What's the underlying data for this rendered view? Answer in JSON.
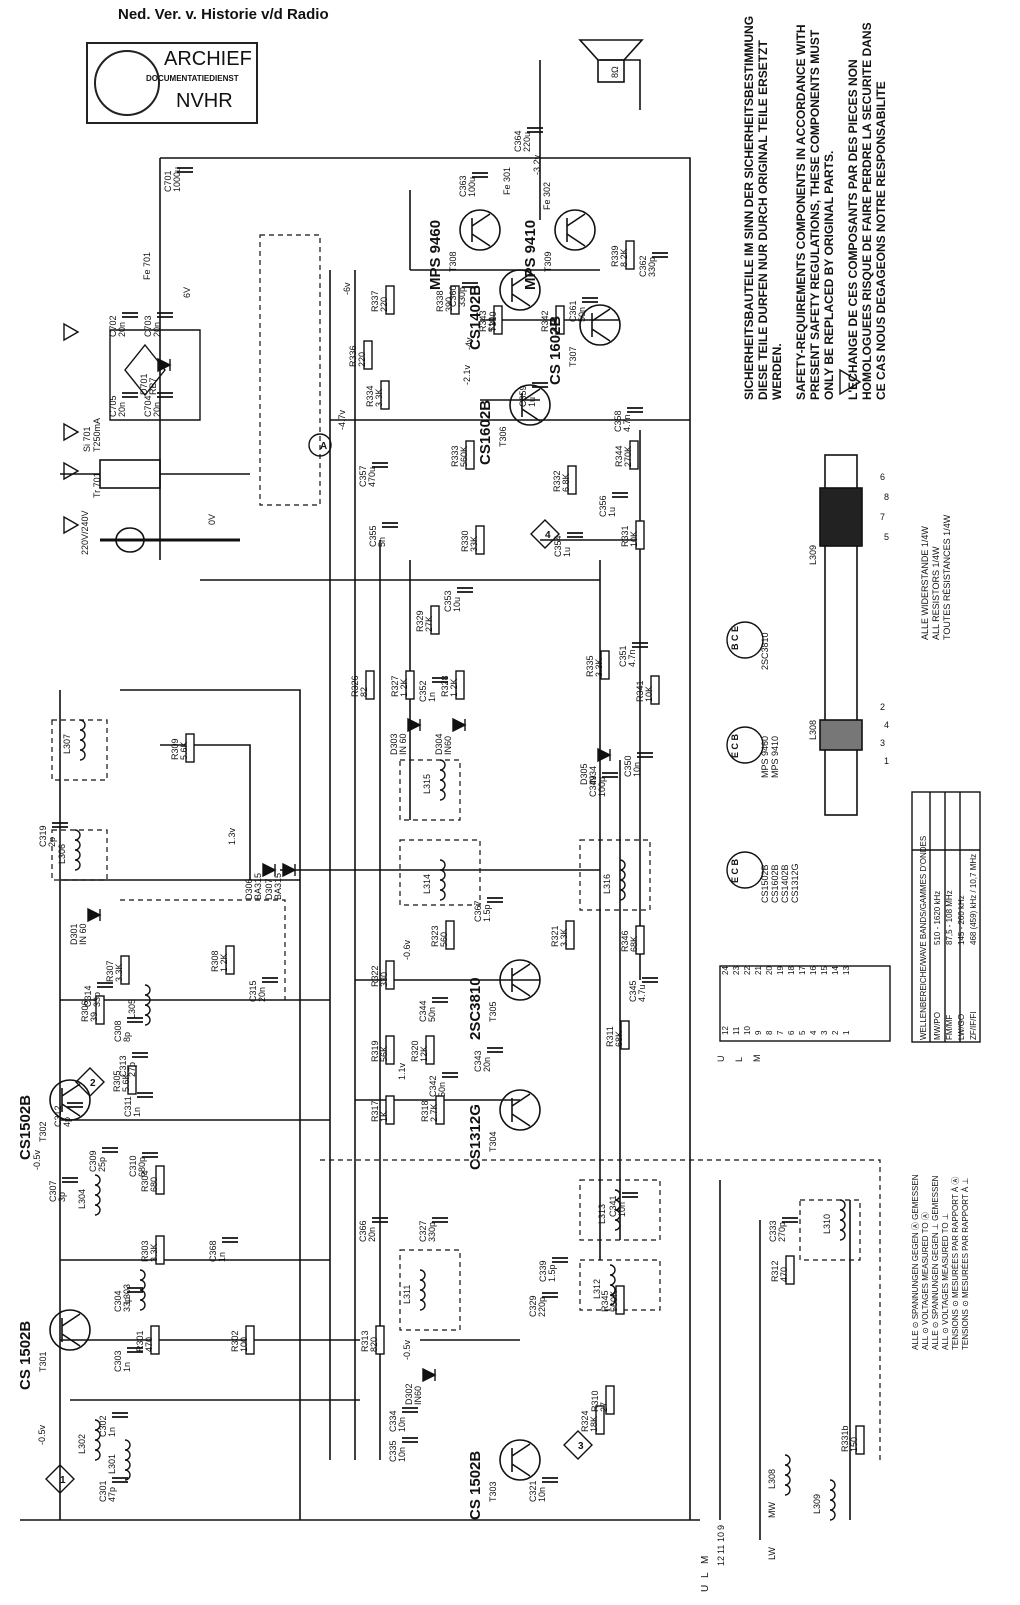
{
  "header": {
    "title": "Ned. Ver. v. Historie v/d Radio",
    "stamp_line1": "ARCHIEF",
    "stamp_line2": "DOCUMENTATIEDIENST",
    "stamp_line3": "NVHR"
  },
  "safety_notes": {
    "de": "SICHERHEITSBAUTEILE IM SINN DER SICHERHEITSBESTIMMUNG DIESE TEILE DURFEN NUR DURCH ORIGINAL TEILE ERSETZT WERDEN.",
    "en": "SAFETY-REQUIREMENTS COMPONENTS IN ACCORDANCE WITH PRESENT SAFETY REGULATIONS, THESE COMPONENTS MUST ONLY BE REPLACED BY ORIGINAL PARTS.",
    "fr": "L'ECHANGE DE CES COMPOSANTS PAR DES PIECES NON HOMOLOGUEES RISQUE DE FAIRE PERDRE LA SECURITE DANS CE CAS NOUS DEGAGEONS NOTRE RESPONSABILITE"
  },
  "resistor_note": [
    "ALLE WIDERSTANDE 1/4W",
    "ALL RESISTORS 1/4W",
    "TOUTES RÉSISTANCES 1/4W"
  ],
  "voltage_note": [
    "ALLE ⊙ SPANNUNGEN GEGEN Ⓐ GEMESSEN",
    "ALL ⊙ VOLTAGES MEASURED TO Ⓐ",
    "ALLE ⊙ SPANNUNGEN GEGEN ⊥ GEMESSEN",
    "ALL ⊙ VOLTAGES MEASURED TO ⊥",
    "TENSIONS ⊙ MESURÉES PAR RAPPORT À Ⓐ",
    "TENSIONS ⊙ MESURÉES PAR RAPPORT À ⊥"
  ],
  "wave_table": {
    "title": "WELLENBEREICHE/WAVE BANDS/GAMMES D'ONDES",
    "rows": [
      [
        "MW/PO",
        "510 - 1620 kHz"
      ],
      [
        "FM/MF",
        "87,5 - 108 MHz"
      ],
      [
        "LW/GO",
        "145 - 260 kHz"
      ],
      [
        "ZF/IF/FI",
        "468 (459) kHz / 10,7 MHz"
      ]
    ]
  },
  "coil_labels": {
    "l309": "L309",
    "l308": "L308",
    "pins_top": [
      "6",
      "8",
      "7",
      "5"
    ],
    "pins_bottom": [
      "2",
      "4",
      "3",
      "1"
    ]
  },
  "pinouts": [
    {
      "pins": "E C B",
      "types": [
        "MPS 9460",
        "MPS 9410"
      ]
    },
    {
      "pins": "E C B",
      "types": [
        "CS1502B",
        "CS1602B",
        "CS1402B",
        "CS1312G"
      ]
    },
    {
      "pins": "B C E",
      "types": [
        "2SC3810"
      ]
    }
  ],
  "transistors": [
    {
      "type": "CS 1502B",
      "ref": "T301"
    },
    {
      "type": "CS1502B",
      "ref": "T302"
    },
    {
      "type": "CS 1502B",
      "ref": "T303"
    },
    {
      "type": "CS1312G",
      "ref": "T304"
    },
    {
      "type": "2SC3810",
      "ref": "T305"
    },
    {
      "type": "CS1602B",
      "ref": "T306"
    },
    {
      "type": "CS 1602B",
      "ref": "T307"
    },
    {
      "type": "MPS 9460",
      "ref": "T308"
    },
    {
      "type": "MPS 9410",
      "ref": "T309"
    },
    {
      "type": "CS1402B",
      "ref": "T310"
    }
  ],
  "resistors": [
    {
      "ref": "R301",
      "val": "470"
    },
    {
      "ref": "R302",
      "val": "100"
    },
    {
      "ref": "R303",
      "val": "3.3K"
    },
    {
      "ref": "R304",
      "val": "680"
    },
    {
      "ref": "R305",
      "val": "5.6K"
    },
    {
      "ref": "R306",
      "val": "39"
    },
    {
      "ref": "R307",
      "val": "3.3K"
    },
    {
      "ref": "R308",
      "val": "1.2K"
    },
    {
      "ref": "R309",
      "val": "5.6K"
    },
    {
      "ref": "R313",
      "val": "820"
    },
    {
      "ref": "R317",
      "val": "1K"
    },
    {
      "ref": "R318",
      "val": "2.7K"
    },
    {
      "ref": "R319",
      "val": "56K"
    },
    {
      "ref": "R320",
      "val": "12K"
    },
    {
      "ref": "R322",
      "val": "330"
    },
    {
      "ref": "R323",
      "val": "560"
    },
    {
      "ref": "R326",
      "val": "82"
    },
    {
      "ref": "R327",
      "val": "1.2K"
    },
    {
      "ref": "R328",
      "val": "1.2K"
    },
    {
      "ref": "R329",
      "val": "27K"
    },
    {
      "ref": "R330",
      "val": "33K"
    },
    {
      "ref": "R331",
      "val": "10K"
    },
    {
      "ref": "R332",
      "val": "6.8K"
    },
    {
      "ref": "R333",
      "val": "560K"
    },
    {
      "ref": "R334",
      "val": "3.3K"
    },
    {
      "ref": "R335",
      "val": "3.3K"
    },
    {
      "ref": "R336",
      "val": "220"
    },
    {
      "ref": "R337",
      "val": "220"
    },
    {
      "ref": "R338",
      "val": "390"
    },
    {
      "ref": "R339",
      "val": "8.2K"
    },
    {
      "ref": "R341",
      "val": "10K"
    },
    {
      "ref": "R342",
      "val": "470"
    },
    {
      "ref": "R343",
      "val": "510"
    },
    {
      "ref": "R344",
      "val": "270K"
    },
    {
      "ref": "R345",
      "val": "560K"
    },
    {
      "ref": "R346",
      "val": "68K"
    },
    {
      "ref": "R311",
      "val": "68K"
    },
    {
      "ref": "R321",
      "val": "3.3K"
    },
    {
      "ref": "R324",
      "val": "18K"
    },
    {
      "ref": "R310",
      "val": "27"
    },
    {
      "ref": "R312",
      "val": "470"
    },
    {
      "ref": "R331b",
      "val": "150"
    }
  ],
  "capacitors": [
    {
      "ref": "C301",
      "val": "47p"
    },
    {
      "ref": "C302",
      "val": "1n"
    },
    {
      "ref": "C303",
      "val": "1n"
    },
    {
      "ref": "C304",
      "val": "33p"
    },
    {
      "ref": "C307",
      "val": "3p"
    },
    {
      "ref": "C309",
      "val": "25p"
    },
    {
      "ref": "C310",
      "val": "680p"
    },
    {
      "ref": "C311",
      "val": "1n"
    },
    {
      "ref": "C312",
      "val": "4p"
    },
    {
      "ref": "C313",
      "val": "27p"
    },
    {
      "ref": "C314",
      "val": "33p"
    },
    {
      "ref": "C315",
      "val": "20n"
    },
    {
      "ref": "C319",
      "val": "2p"
    },
    {
      "ref": "C321",
      "val": "10n"
    },
    {
      "ref": "C327",
      "val": "330p"
    },
    {
      "ref": "C329",
      "val": "220p"
    },
    {
      "ref": "C333",
      "val": "270p"
    },
    {
      "ref": "C334",
      "val": "10n"
    },
    {
      "ref": "C335",
      "val": "10n"
    },
    {
      "ref": "C339",
      "val": "1.5p"
    },
    {
      "ref": "C341",
      "val": "10n"
    },
    {
      "ref": "C342",
      "val": "50n"
    },
    {
      "ref": "C343",
      "val": "20n"
    },
    {
      "ref": "C344",
      "val": "50n"
    },
    {
      "ref": "C345",
      "val": "4.7u"
    },
    {
      "ref": "C349",
      "val": "100p"
    },
    {
      "ref": "C350",
      "val": "10n"
    },
    {
      "ref": "C351",
      "val": "4.7n"
    },
    {
      "ref": "C352",
      "val": "1n"
    },
    {
      "ref": "C353",
      "val": "10u"
    },
    {
      "ref": "C354",
      "val": "1u"
    },
    {
      "ref": "C355",
      "val": "5n"
    },
    {
      "ref": "C356",
      "val": "1u"
    },
    {
      "ref": "C357",
      "val": "470u"
    },
    {
      "ref": "C358",
      "val": "4.7n"
    },
    {
      "ref": "C359",
      "val": "1u"
    },
    {
      "ref": "C360",
      "val": "330p"
    },
    {
      "ref": "C361",
      "val": "50n"
    },
    {
      "ref": "C362",
      "val": "330p"
    },
    {
      "ref": "C363",
      "val": "100u"
    },
    {
      "ref": "C364",
      "val": "220u"
    },
    {
      "ref": "C366",
      "val": "20n"
    },
    {
      "ref": "C367",
      "val": "1.5p"
    },
    {
      "ref": "C368",
      "val": "1n"
    },
    {
      "ref": "C701",
      "val": "1000u"
    },
    {
      "ref": "C702",
      "val": "20n"
    },
    {
      "ref": "C703",
      "val": "20n"
    },
    {
      "ref": "C704",
      "val": "20n"
    },
    {
      "ref": "C705",
      "val": "20n"
    },
    {
      "ref": "C308",
      "val": "8p"
    }
  ],
  "diodes": [
    {
      "ref": "D301",
      "val": "IN 60"
    },
    {
      "ref": "D302",
      "val": "IN60"
    },
    {
      "ref": "D303",
      "val": "IN 60"
    },
    {
      "ref": "D304",
      "val": "IN60"
    },
    {
      "ref": "D305",
      "val": "IN34"
    },
    {
      "ref": "D306",
      "val": "BA315"
    },
    {
      "ref": "D307",
      "val": "BA315"
    },
    {
      "ref": "D701",
      "val": "RB7"
    }
  ],
  "coils": [
    "L301",
    "L302",
    "L303",
    "L304",
    "L305",
    "L306",
    "L307",
    "L308",
    "L309",
    "L310",
    "L311",
    "L312",
    "L313",
    "L314",
    "L315",
    "L316"
  ],
  "power": {
    "mains": "220V/240V",
    "transformer": "Tr 701",
    "fuse": "Si 701",
    "fuse_rating": "T250mA",
    "zero_v": "0V",
    "six_v": "6V",
    "fe701": "Fe 701",
    "speaker": "8Ω"
  },
  "voltages": [
    "-6v",
    "-4v",
    "-3.2v",
    "-2.1v",
    "-4.7v",
    "1.3v",
    "-0.6v",
    "1.1v",
    "-0.5v",
    "-0.5v",
    "-0.5v",
    "Fe 301",
    "Fe 302"
  ],
  "switch_labels": {
    "bottom": [
      "U",
      "L",
      "M"
    ],
    "bottom_pins": [
      "12",
      "11",
      "10",
      "9"
    ],
    "band_pins": [
      "24",
      "23",
      "22",
      "21",
      "20",
      "19",
      "18",
      "17",
      "16",
      "15",
      "14",
      "13",
      "12",
      "11",
      "10",
      "9",
      "8",
      "7",
      "6",
      "5",
      "4",
      "3",
      "2",
      "1"
    ],
    "band_letters": [
      "U",
      "L",
      "M"
    ]
  },
  "test_points": [
    "1",
    "2",
    "3",
    "4",
    "A"
  ],
  "antenna_labels": {
    "mw": "MW",
    "lw": "LW"
  }
}
